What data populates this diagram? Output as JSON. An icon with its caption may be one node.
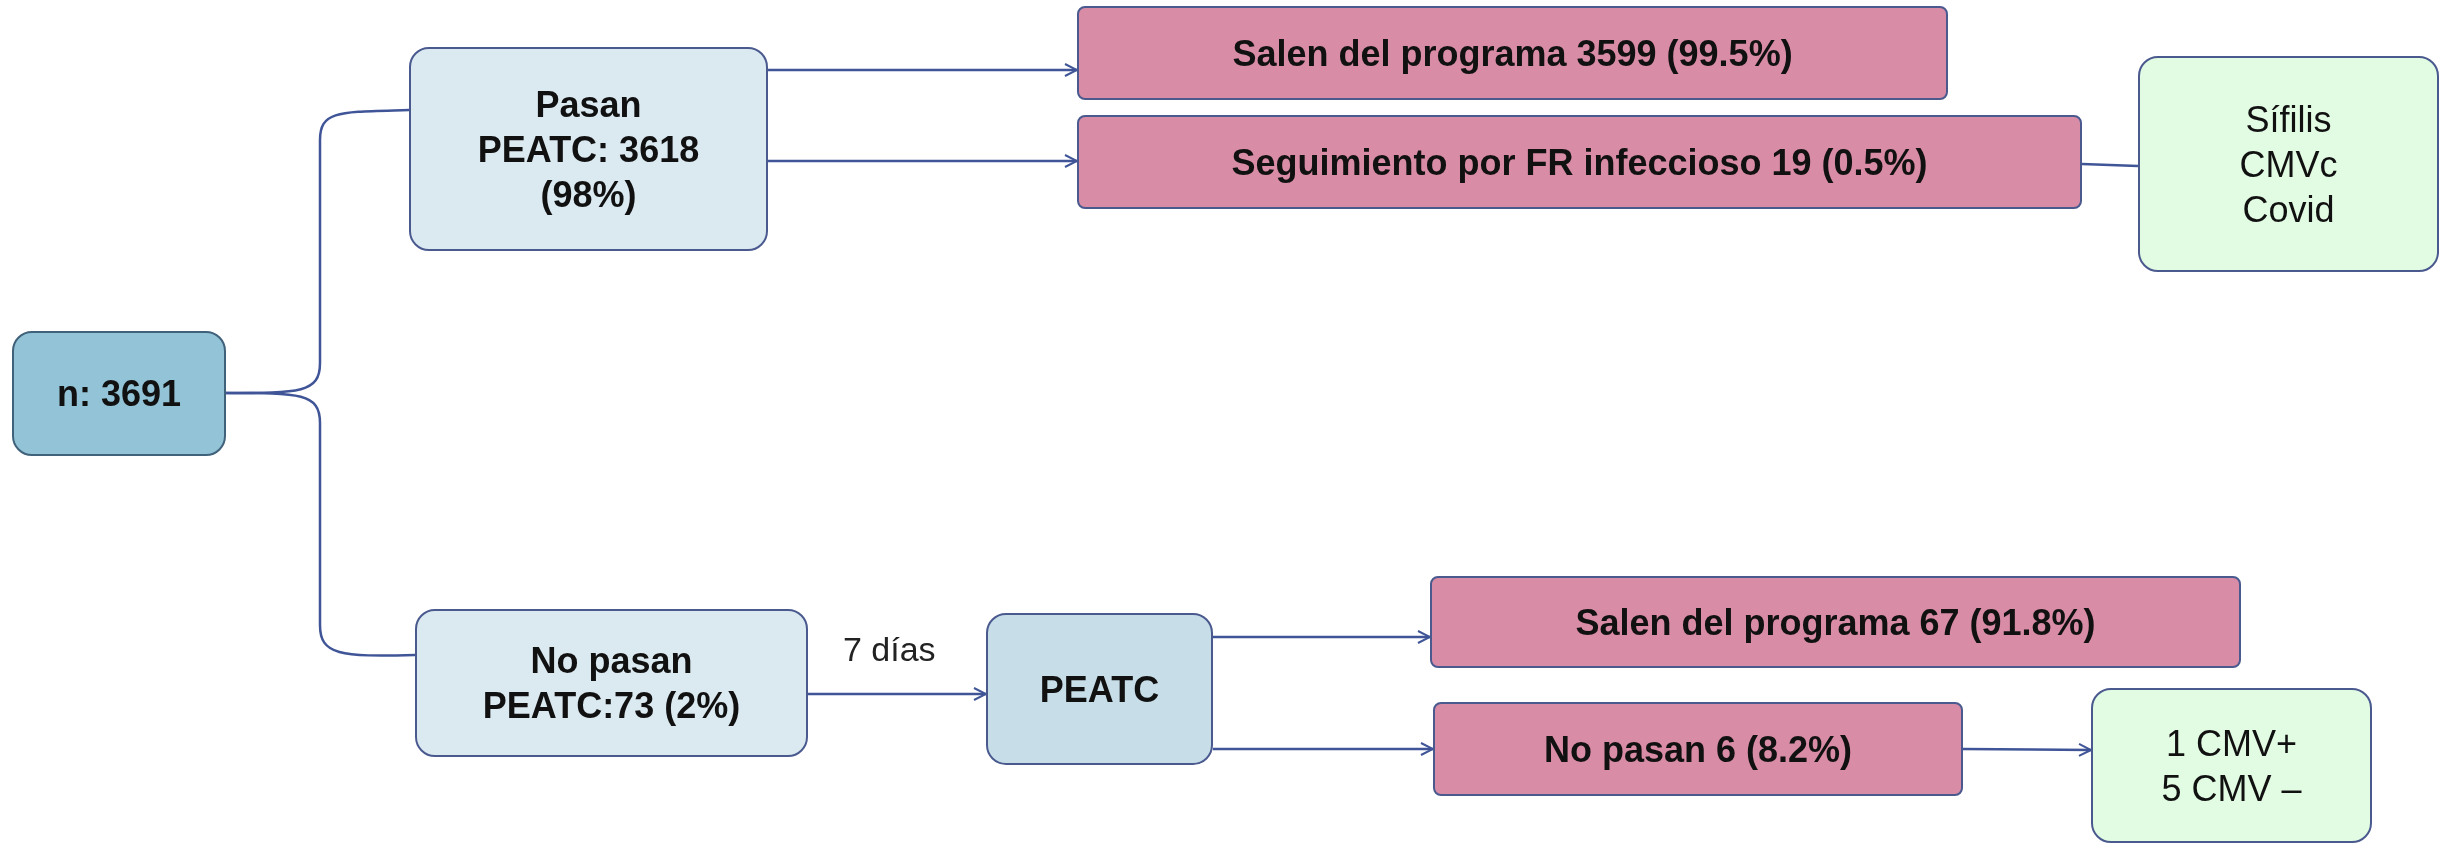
{
  "diagram": {
    "nodes": [
      {
        "text": [
          "n: 3691"
        ]
      },
      {
        "text": [
          "Pasan PEATC: 3618 (98%)"
        ]
      },
      {
        "text": [
          "No pasan PEATC:73 (2%)"
        ]
      },
      {
        "text": [
          "PEATC"
        ]
      },
      {
        "text": [
          "Salen del programa 3599 (99.5%)"
        ]
      },
      {
        "text": [
          "Seguimiento por FR infeccioso 19 (0.5%)"
        ]
      },
      {
        "text": [
          "Sífilis CMVc Covid"
        ]
      },
      {
        "text": [
          "Salen del programa 67 (91.8%)"
        ]
      },
      {
        "text": [
          "No pasan 6 (8.2%)"
        ]
      },
      {
        "text": [
          "1 CMV+ 5 CMV –"
        ]
      }
    ],
    "edges": [
      {
        "from": 0,
        "to": 1,
        "arrow": "none"
      },
      {
        "from": 0,
        "to": 2,
        "arrow": "none"
      },
      {
        "from": 1,
        "to": 4,
        "arrow": "to"
      },
      {
        "from": 1,
        "to": 5,
        "arrow": "to"
      },
      {
        "from": 5,
        "to": 6,
        "arrow": "none"
      },
      {
        "from": 2,
        "to": 3,
        "arrow": "to",
        "label": "7 días"
      },
      {
        "from": 3,
        "to": 7,
        "arrow": "to"
      },
      {
        "from": 3,
        "to": 8,
        "arrow": "to"
      },
      {
        "from": 8,
        "to": 9,
        "arrow": "to"
      }
    ]
  }
}
